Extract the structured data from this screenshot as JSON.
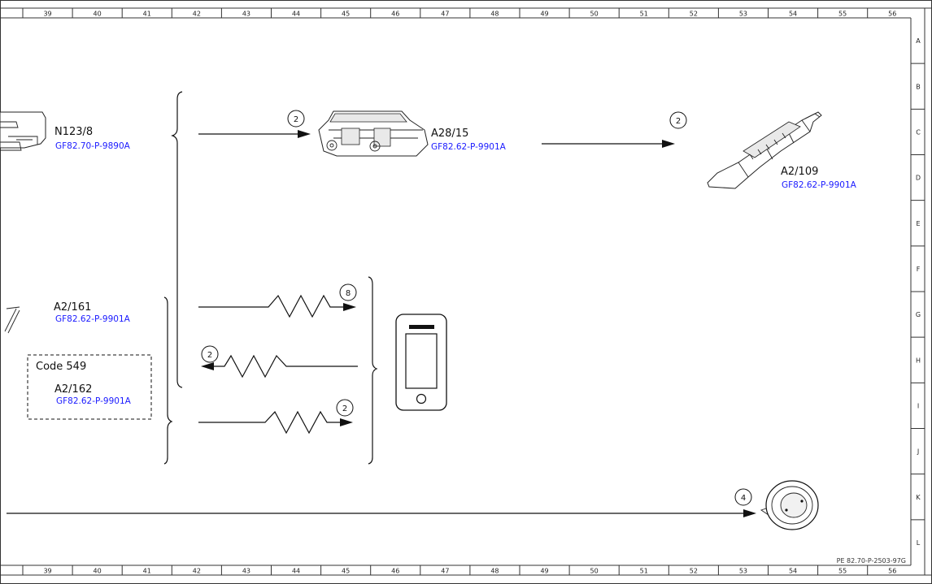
{
  "ruler": {
    "columns": [
      "39",
      "40",
      "41",
      "42",
      "43",
      "44",
      "45",
      "46",
      "47",
      "48",
      "49",
      "50",
      "51",
      "52",
      "53",
      "54",
      "55",
      "56"
    ],
    "rows": [
      "A",
      "B",
      "C",
      "D",
      "E",
      "F",
      "G",
      "H",
      "I",
      "J",
      "K",
      "L"
    ]
  },
  "components": {
    "n123_8": {
      "label": "N123/8",
      "ref": "GF82.70-P-9890A"
    },
    "a28_15": {
      "label": "A28/15",
      "ref": "GF82.62-P-9901A"
    },
    "a2_109": {
      "label": "A2/109",
      "ref": "GF82.62-P-9901A"
    },
    "a2_161": {
      "label": "A2/161",
      "ref": "GF82.62-P-9901A"
    },
    "a2_162": {
      "label": "A2/162",
      "ref": "GF82.62-P-9901A"
    }
  },
  "code_box": {
    "label": "Code 549"
  },
  "numbers": {
    "a28_in": "2",
    "a2_109_in": "2",
    "wireless_out_top": "8",
    "wireless_in": "2",
    "wireless_out_bottom": "2",
    "horn_in": "4"
  },
  "doc_id": "PE 82.70-P-2503-97G",
  "icons": [
    "control-unit-icon",
    "antenna-module-icon",
    "smartphone-icon",
    "speaker-icon",
    "wave-connection-icon"
  ]
}
